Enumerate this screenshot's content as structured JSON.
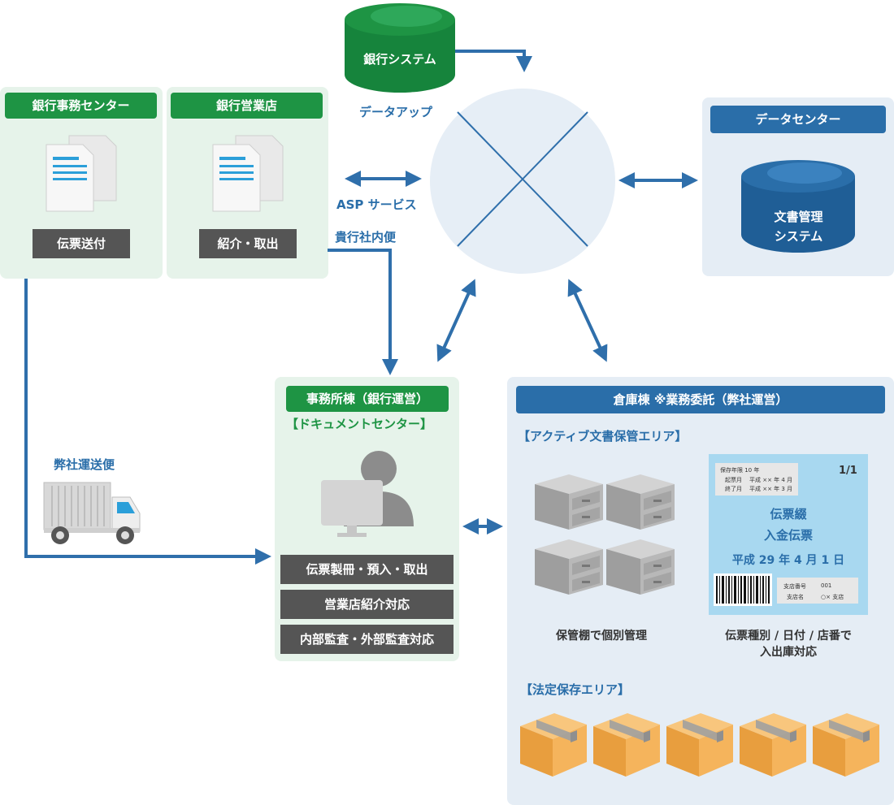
{
  "bank_system": {
    "label": "銀行システム"
  },
  "data_up": {
    "label": "データアップ"
  },
  "asp_service": {
    "label": "ASP サービス"
  },
  "company_delivery": {
    "label": "貴行社内便"
  },
  "bank_office_center": {
    "title": "銀行事務センター",
    "action": "伝票送付"
  },
  "bank_branch": {
    "title": "銀行営業店",
    "action": "紹介・取出"
  },
  "data_center": {
    "title": "データセンター",
    "system_line1": "文書管理",
    "system_line2": "システム"
  },
  "transport": {
    "label": "弊社運送便"
  },
  "office_building": {
    "title": "事務所棟（銀行運営）",
    "subtitle": "【ドキュメントセンター】",
    "tasks": [
      "伝票製冊・預入・取出",
      "営業店紹介対応",
      "内部監査・外部監査対応"
    ]
  },
  "warehouse": {
    "title": "倉庫棟 ※業務委託（弊社運営）",
    "active_area": "【アクティブ文書保管エリア】",
    "shelf_caption": "保管棚で個別管理",
    "slip_caption_line1": "伝票種別 / 日付 / 店番で",
    "slip_caption_line2": "入出庫対応",
    "legal_area": "【法定保存エリア】"
  },
  "slip_label": {
    "page": "1/1",
    "retention": "保存年限 10 年",
    "start_label": "起票月",
    "start_value": "平成 ×× 年 4 月",
    "end_label": "終了月",
    "end_value": "平成 ×× 年 3 月",
    "title_line1": "伝票綴",
    "title_line2": "入金伝票",
    "date": "平成 29 年 4 月 1 日",
    "branch_no_label": "支店番号",
    "branch_no_value": "001",
    "branch_name_label": "支店名",
    "branch_name_value": "○× 支店"
  },
  "colors": {
    "green": "#1e9444",
    "blue": "#2a6ea9",
    "arrow": "#2f6fab",
    "gray_box": "#555555",
    "label_bg": "#a8d8f0"
  }
}
